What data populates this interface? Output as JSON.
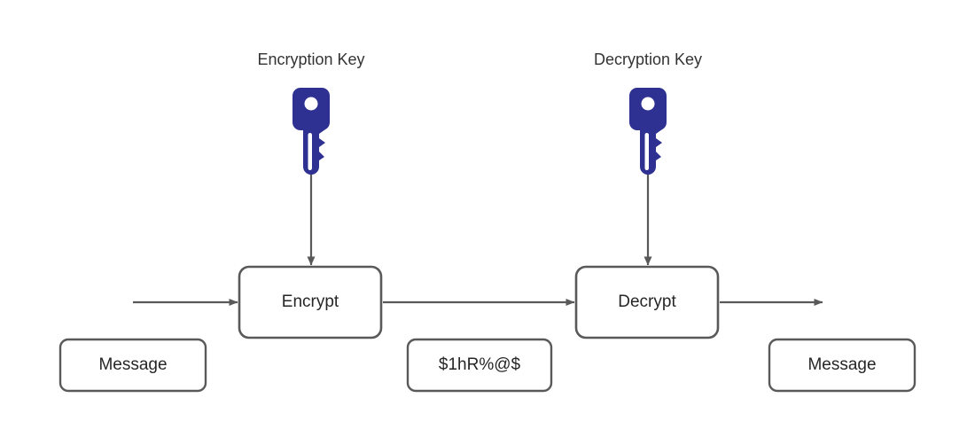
{
  "diagram": {
    "title": "Symmetric encryption and decryption flow",
    "background_color": "#ffffff",
    "box_border_color": "#595959",
    "arrow_color": "#595959",
    "key_color": "#2E3192",
    "text_color": "#333333"
  },
  "captions": [
    {
      "id": "encryption-key",
      "label": "Encryption Key"
    },
    {
      "id": "decryption-key",
      "label": "Decryption Key"
    }
  ],
  "keys": [
    {
      "id": "encryption-key-icon",
      "name": "key-icon",
      "color": "#2E3192"
    },
    {
      "id": "decryption-key-icon",
      "name": "key-icon",
      "color": "#2E3192"
    }
  ],
  "boxes": [
    {
      "id": "message-input",
      "label": "Message"
    },
    {
      "id": "encrypt-process",
      "label": "Encrypt"
    },
    {
      "id": "ciphertext",
      "label": "$1hR%@$"
    },
    {
      "id": "decrypt-process",
      "label": "Decrypt"
    },
    {
      "id": "message-output",
      "label": "Message"
    }
  ],
  "arrows": [
    {
      "id": "arrow-input-to-encrypt",
      "direction": "right"
    },
    {
      "id": "arrow-encrypt-to-decrypt",
      "direction": "right"
    },
    {
      "id": "arrow-decrypt-to-output",
      "direction": "right"
    },
    {
      "id": "arrow-encryption-key-to-encrypt",
      "direction": "down"
    },
    {
      "id": "arrow-decryption-key-to-decrypt",
      "direction": "down"
    }
  ]
}
